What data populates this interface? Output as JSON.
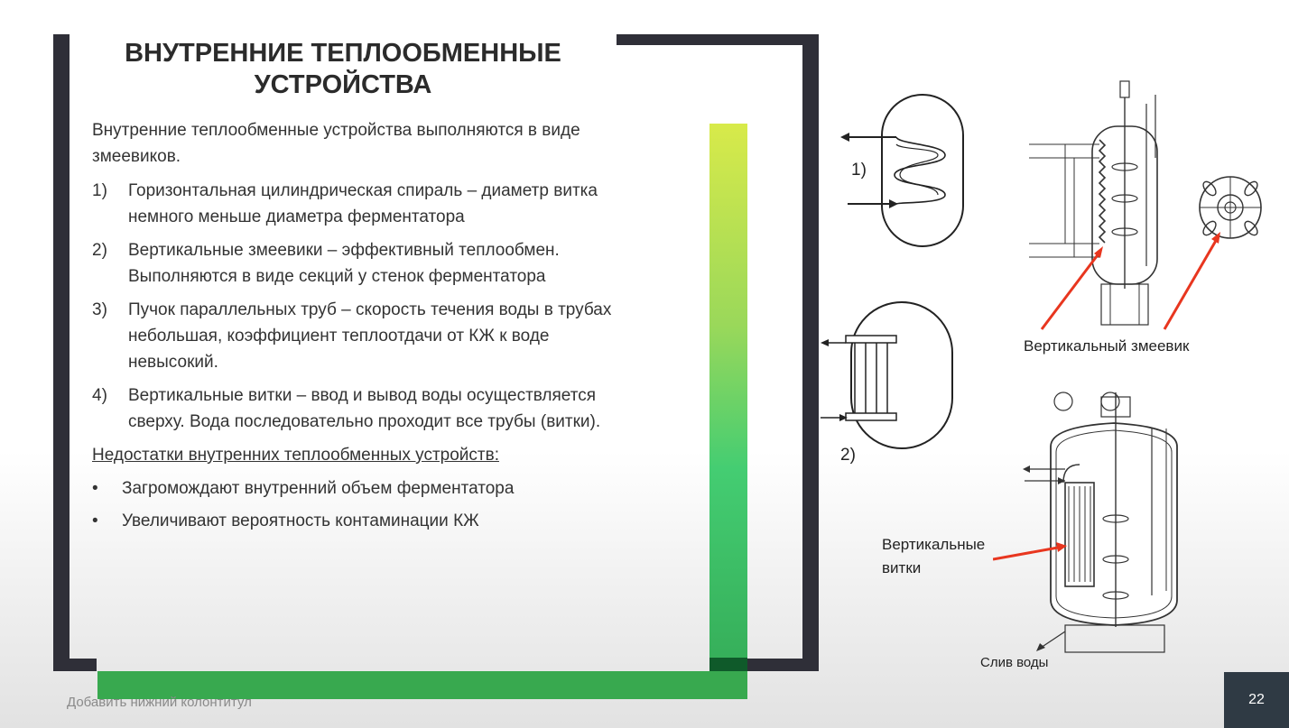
{
  "slide": {
    "title": "ВНУТРЕННИЕ ТЕПЛООБМЕННЫЕ УСТРОЙСТВА",
    "intro": "Внутренние теплообменные устройства выполняются в виде змеевиков.",
    "items": [
      {
        "marker": "1)",
        "text": "Горизонтальная цилиндрическая спираль – диаметр витка немного меньше диаметра ферментатора"
      },
      {
        "marker": "2)",
        "text": "Вертикальные змеевики – эффективный теплообмен. Выполняются в виде секций у стенок ферментатора"
      },
      {
        "marker": "3)",
        "text": "Пучок параллельных труб – скорость течения воды в трубах небольшая, коэффициент теплоотдачи от КЖ к воде невысокий."
      },
      {
        "marker": "4)",
        "text": "Вертикальные витки – ввод и вывод воды осуществляется сверху. Вода последовательно проходит все трубы (витки)."
      }
    ],
    "drawbacks_title": "Недостатки внутренних теплообменных устройств:",
    "drawbacks": [
      {
        "marker": "•",
        "text": "Загромождают внутренний объем ферментатора"
      },
      {
        "marker": "•",
        "text": "Увеличивают вероятность контаминации КЖ"
      }
    ],
    "footer": "Добавить нижний колонтитул",
    "page_number": "22"
  },
  "figures": {
    "label_1": "1)",
    "label_2": "2)",
    "caption_vertical_coil": "Вертикальный змеевик",
    "caption_vertical_turns": "Вертикальные витки",
    "caption_water_drain": "Слив воды"
  },
  "colors": {
    "frame": "#2f2f38",
    "green_top": "#d8ea4a",
    "green_bottom": "#38a94f",
    "arrow_red": "#e8361f",
    "page_badge": "#2f3a44"
  }
}
